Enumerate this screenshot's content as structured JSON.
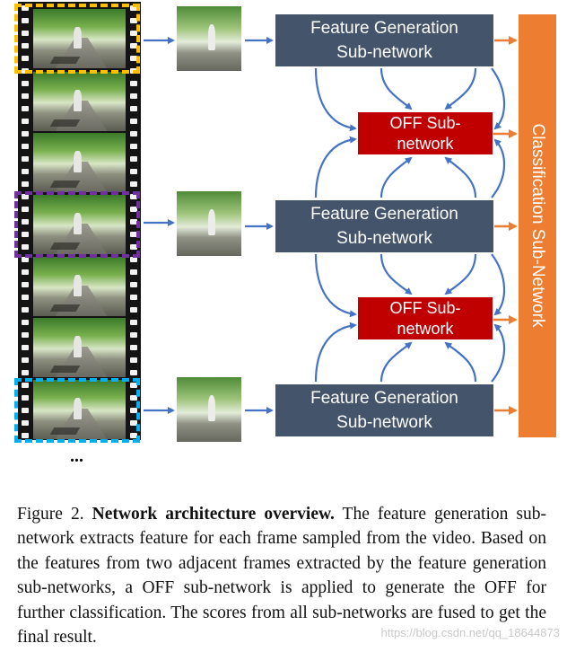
{
  "figure": {
    "feature_boxes": [
      {
        "label": "Feature Generation\nSub-network"
      },
      {
        "label": "Feature Generation\nSub-network"
      },
      {
        "label": "Feature Generation\nSub-network"
      }
    ],
    "off_boxes": [
      {
        "label": "OFF Sub-\nnetwork"
      },
      {
        "label": "OFF Sub-\nnetwork"
      }
    ],
    "classification": {
      "label": "Classification Sub-Network"
    },
    "ellipsis": "...",
    "colors": {
      "feature_box": "#44546a",
      "off_box": "#c00000",
      "classification": "#ed7d31",
      "arrow_blue": "#4472c4",
      "arrow_orange": "#ed7d31",
      "highlight_orange": "#ffc000",
      "highlight_purple": "#7030a0",
      "highlight_blue": "#00b0f0"
    }
  },
  "caption": {
    "prefix": "Figure 2. ",
    "bold": "Network architecture overview.",
    "body": " The feature generation sub-network extracts feature for each frame sampled from the video. Based on the features from two adjacent frames extracted by the feature generation sub-networks, a OFF sub-network is applied to generate the OFF for further classification. The scores from all sub-networks are fused to get the final result."
  },
  "watermark": "https://blog.csdn.net/qq_18644873"
}
